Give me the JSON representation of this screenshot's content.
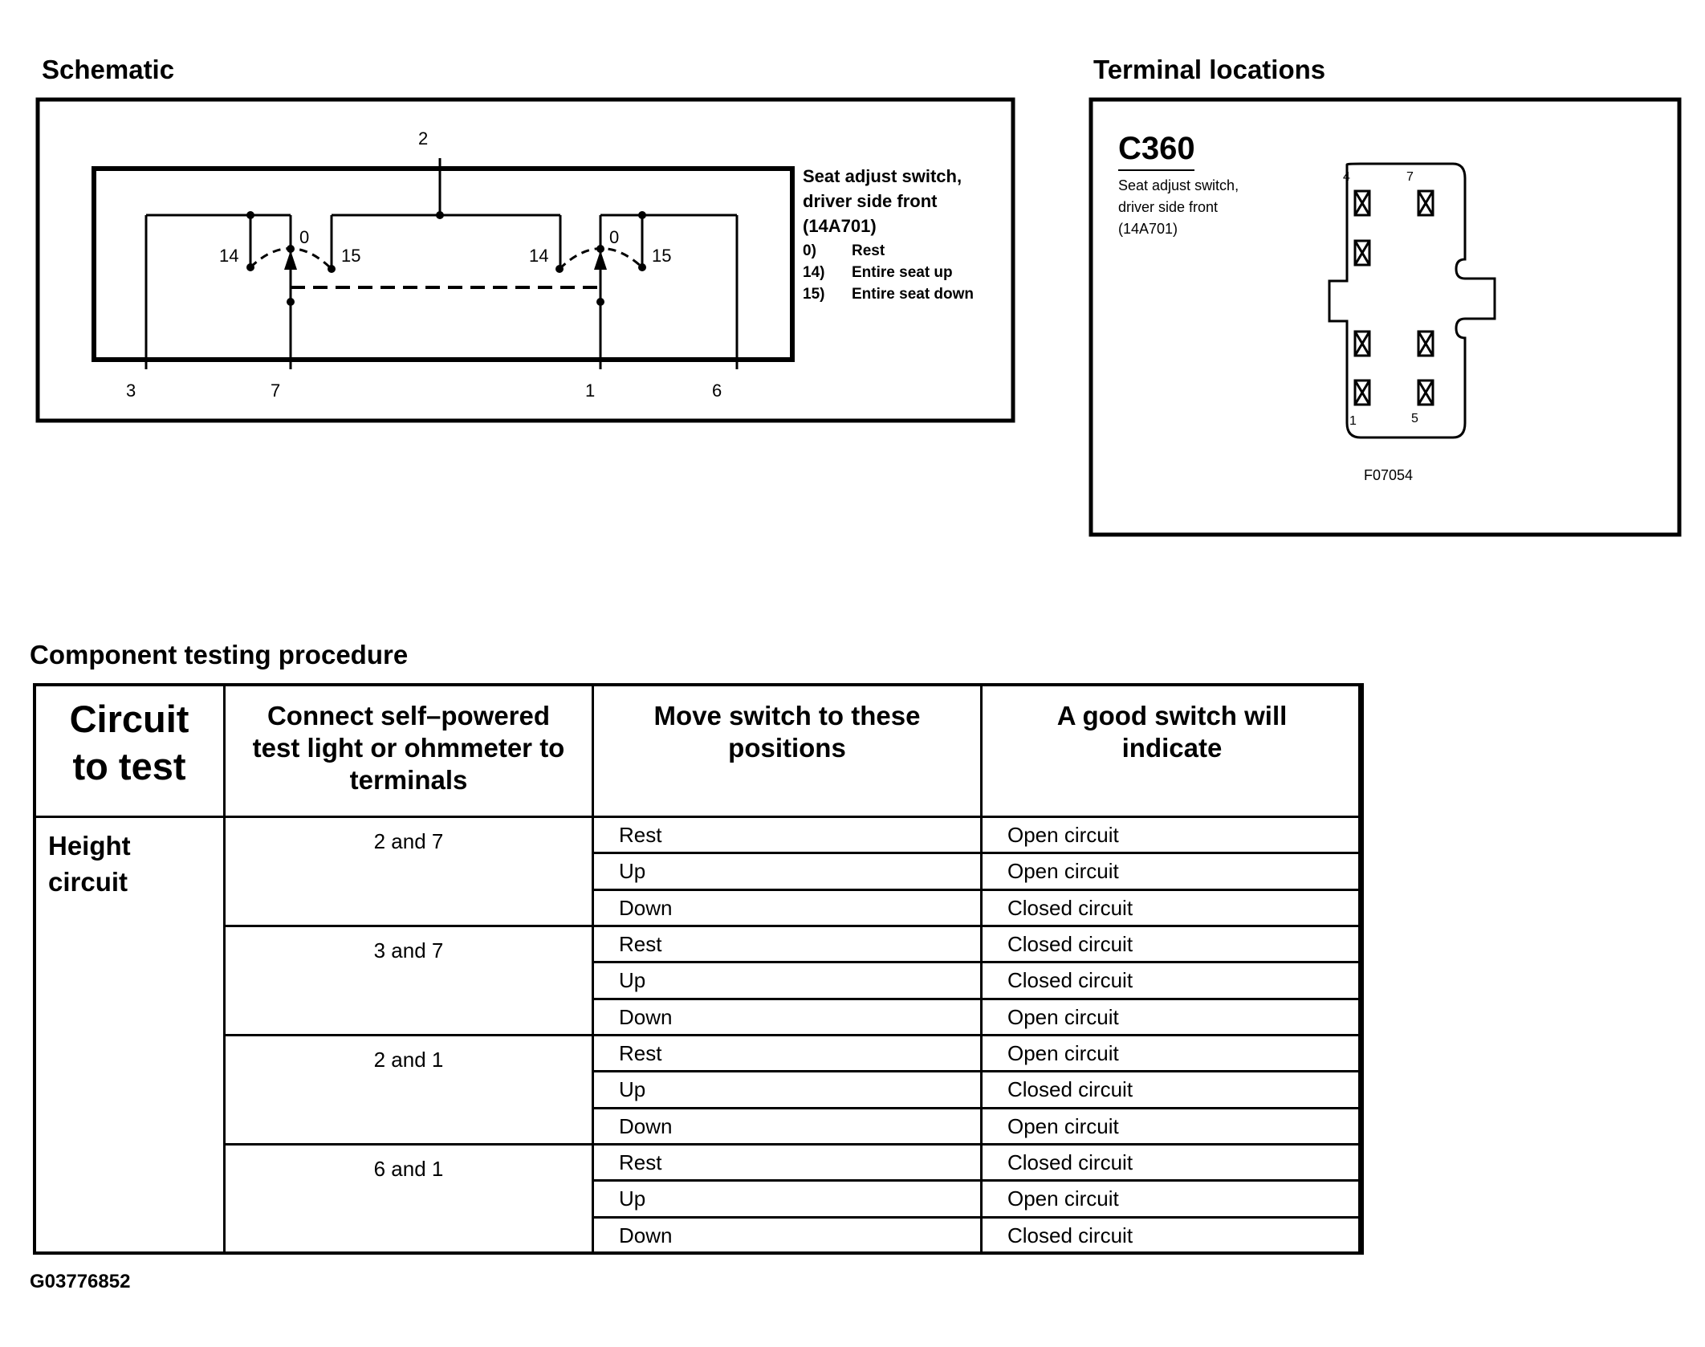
{
  "schematic": {
    "title": "Schematic",
    "terminals": {
      "top": "2",
      "bottom": [
        "3",
        "7",
        "1",
        "6"
      ]
    },
    "switch_labels": {
      "left": {
        "pos14": "14",
        "pos0": "0",
        "pos15": "15"
      },
      "right": {
        "pos14": "14",
        "pos0": "0",
        "pos15": "15"
      }
    },
    "legend": {
      "title_lines": [
        "Seat adjust switch,",
        "driver side front",
        "(14A701)"
      ],
      "items": [
        {
          "key": "0)",
          "value": "Rest"
        },
        {
          "key": "14)",
          "value": "Entire seat up"
        },
        {
          "key": "15)",
          "value": "Entire seat down"
        }
      ]
    }
  },
  "terminal_locations": {
    "title": "Terminal locations",
    "connector_id": "C360",
    "description_lines": [
      "Seat adjust switch,",
      "driver side front",
      "(14A701)"
    ],
    "pin_labels": [
      "4",
      "7",
      "1",
      "5"
    ],
    "figure_code": "F07054"
  },
  "testing": {
    "title": "Component testing procedure",
    "headers": {
      "circuit_lines": [
        "Circuit",
        "to test"
      ],
      "connect_lines": [
        "Connect self–powered",
        "test light or ohmmeter to",
        "terminals"
      ],
      "move_lines": [
        "Move switch to these",
        "positions"
      ],
      "indicate_lines": [
        "A good switch will",
        "indicate"
      ]
    },
    "circuit_lines": [
      "Height",
      "circuit"
    ],
    "groups": [
      {
        "terminals": "2 and 7",
        "rows": [
          {
            "position": "Rest",
            "result": "Open circuit"
          },
          {
            "position": "Up",
            "result": "Open circuit"
          },
          {
            "position": "Down",
            "result": "Closed circuit"
          }
        ]
      },
      {
        "terminals": "3 and 7",
        "rows": [
          {
            "position": "Rest",
            "result": "Closed circuit"
          },
          {
            "position": "Up",
            "result": "Closed circuit"
          },
          {
            "position": "Down",
            "result": "Open circuit"
          }
        ]
      },
      {
        "terminals": "2 and 1",
        "rows": [
          {
            "position": "Rest",
            "result": "Open circuit"
          },
          {
            "position": "Up",
            "result": "Closed circuit"
          },
          {
            "position": "Down",
            "result": "Open circuit"
          }
        ]
      },
      {
        "terminals": "6 and 1",
        "rows": [
          {
            "position": "Rest",
            "result": "Closed circuit"
          },
          {
            "position": "Up",
            "result": "Open circuit"
          },
          {
            "position": "Down",
            "result": "Closed circuit"
          }
        ]
      }
    ]
  },
  "figure_id": "G03776852"
}
